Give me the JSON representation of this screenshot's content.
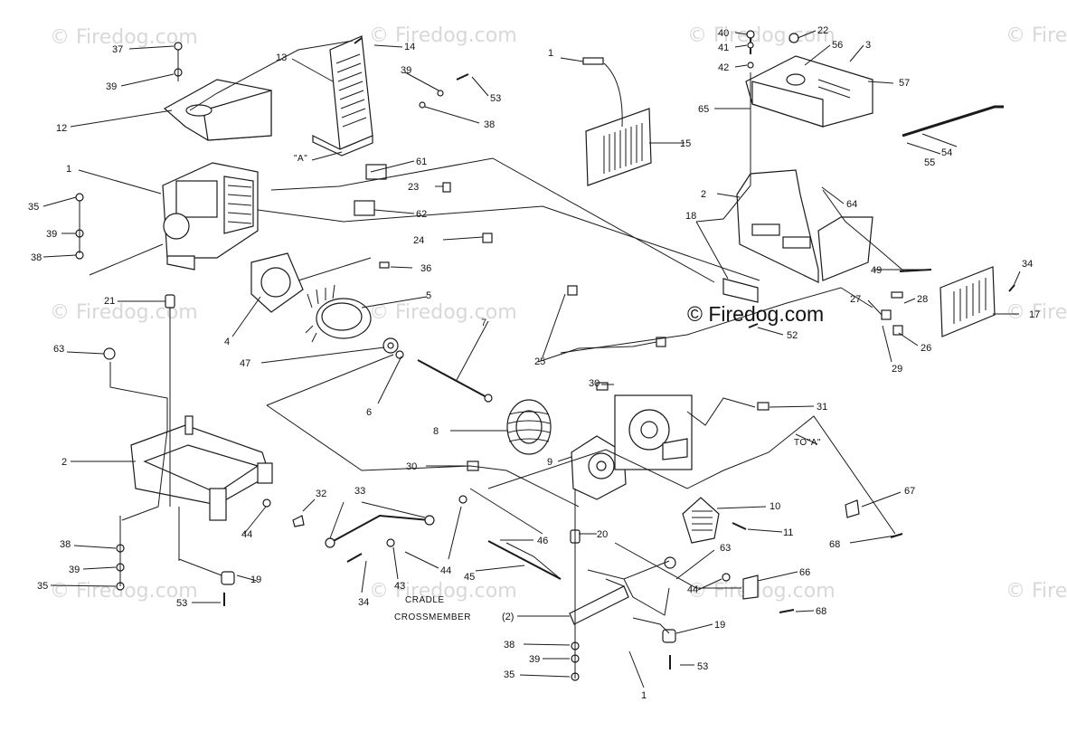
{
  "watermark": "© Firedog.com",
  "brand_mark": "© Firedog.com",
  "labels": {
    "l1a": "1",
    "l1b": "1",
    "l1c": "1",
    "l2a": "2",
    "l2b": "2",
    "l2c": "(2)",
    "l3": "3",
    "l4": "4",
    "l5": "5",
    "l6": "6",
    "l7": "7",
    "l8": "8",
    "l9": "9",
    "l10": "10",
    "l11": "11",
    "l12": "12",
    "l13": "13",
    "l14": "14",
    "l15": "15",
    "l17": "17",
    "l18": "18",
    "l19a": "19",
    "l19b": "19",
    "l20": "20",
    "l21": "21",
    "l22": "22",
    "l23": "23",
    "l24": "24",
    "l25": "25",
    "l26": "26",
    "l27": "27",
    "l28": "28",
    "l29": "29",
    "l30a": "30",
    "l30b": "30",
    "l31": "31",
    "l32": "32",
    "l33": "33",
    "l34a": "34",
    "l34b": "34",
    "l35a": "35",
    "l35b": "35",
    "l35c": "35",
    "l36": "36",
    "l37": "37",
    "l38a": "38",
    "l38b": "38",
    "l38c": "38",
    "l38d": "38",
    "l39a": "39",
    "l39b": "39",
    "l39c": "39",
    "l39d": "39",
    "l39e": "39",
    "l40": "40",
    "l41": "41",
    "l42": "42",
    "l43": "43",
    "l44a": "44",
    "l44b": "44",
    "l44c": "44",
    "l45": "45",
    "l46": "46",
    "l47": "47",
    "l49": "49",
    "l52": "52",
    "l53a": "53",
    "l53b": "53",
    "l53c": "53",
    "l54": "54",
    "l55": "55",
    "l56": "56",
    "l57": "57",
    "l61": "61",
    "l62": "62",
    "l63a": "63",
    "l63b": "63",
    "l64": "64",
    "l65": "65",
    "l66": "66",
    "l67": "67",
    "l68a": "68",
    "l68b": "68"
  },
  "callouts": {
    "a_marker": "\"A\"",
    "to_a": "TO\"A\"",
    "cradle": "CRADLE",
    "crossmember": "CROSSMEMBER"
  }
}
